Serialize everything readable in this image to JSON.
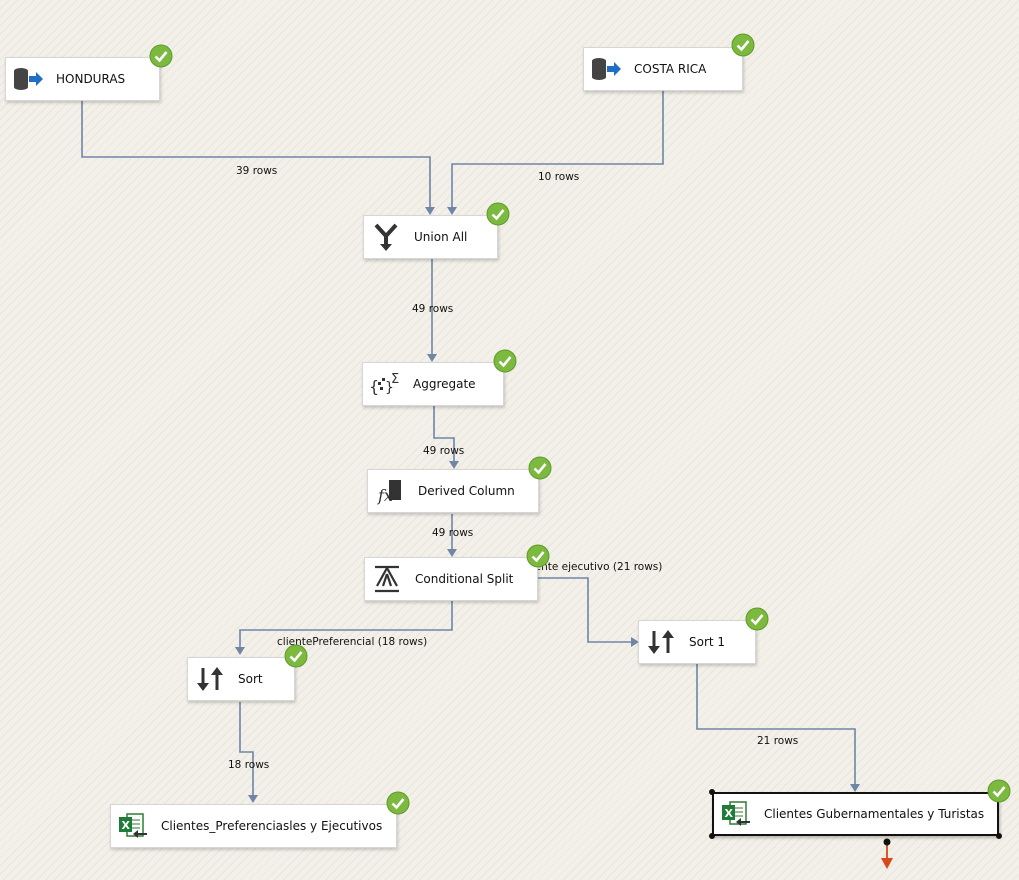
{
  "nodes": {
    "honduras": {
      "label": "HONDURAS",
      "icon": "source-db-icon"
    },
    "costa_rica": {
      "label": "COSTA RICA",
      "icon": "source-db-icon"
    },
    "union_all": {
      "label": "Union All",
      "icon": "union-all-icon"
    },
    "aggregate": {
      "label": "Aggregate",
      "icon": "aggregate-icon"
    },
    "derived_column": {
      "label": "Derived Column",
      "icon": "derived-column-icon"
    },
    "conditional_split": {
      "label": "Conditional Split",
      "icon": "conditional-split-icon"
    },
    "sort": {
      "label": "Sort",
      "icon": "sort-icon"
    },
    "sort1": {
      "label": "Sort 1",
      "icon": "sort-icon"
    },
    "dest_pref": {
      "label": "Clientes_Preferenciasles y Ejecutivos",
      "icon": "excel-destination-icon"
    },
    "dest_gub": {
      "label": "Clientes Gubernamentales y Turistas",
      "icon": "excel-destination-icon"
    }
  },
  "paths": {
    "honduras_union": "39 rows",
    "costarica_union": "10 rows",
    "union_aggregate": "49 rows",
    "aggregate_derived": "49 rows",
    "derived_split": "49 rows",
    "split_sort": "clientePreferencial (18 rows)",
    "split_sort1": "cliente ejecutivo (21 rows)",
    "sort_dest": "18 rows",
    "sort1_dest": "21 rows"
  },
  "colors": {
    "connector": "#6f86a7",
    "success": "#7cb93f",
    "error_output": "#d9471a"
  }
}
